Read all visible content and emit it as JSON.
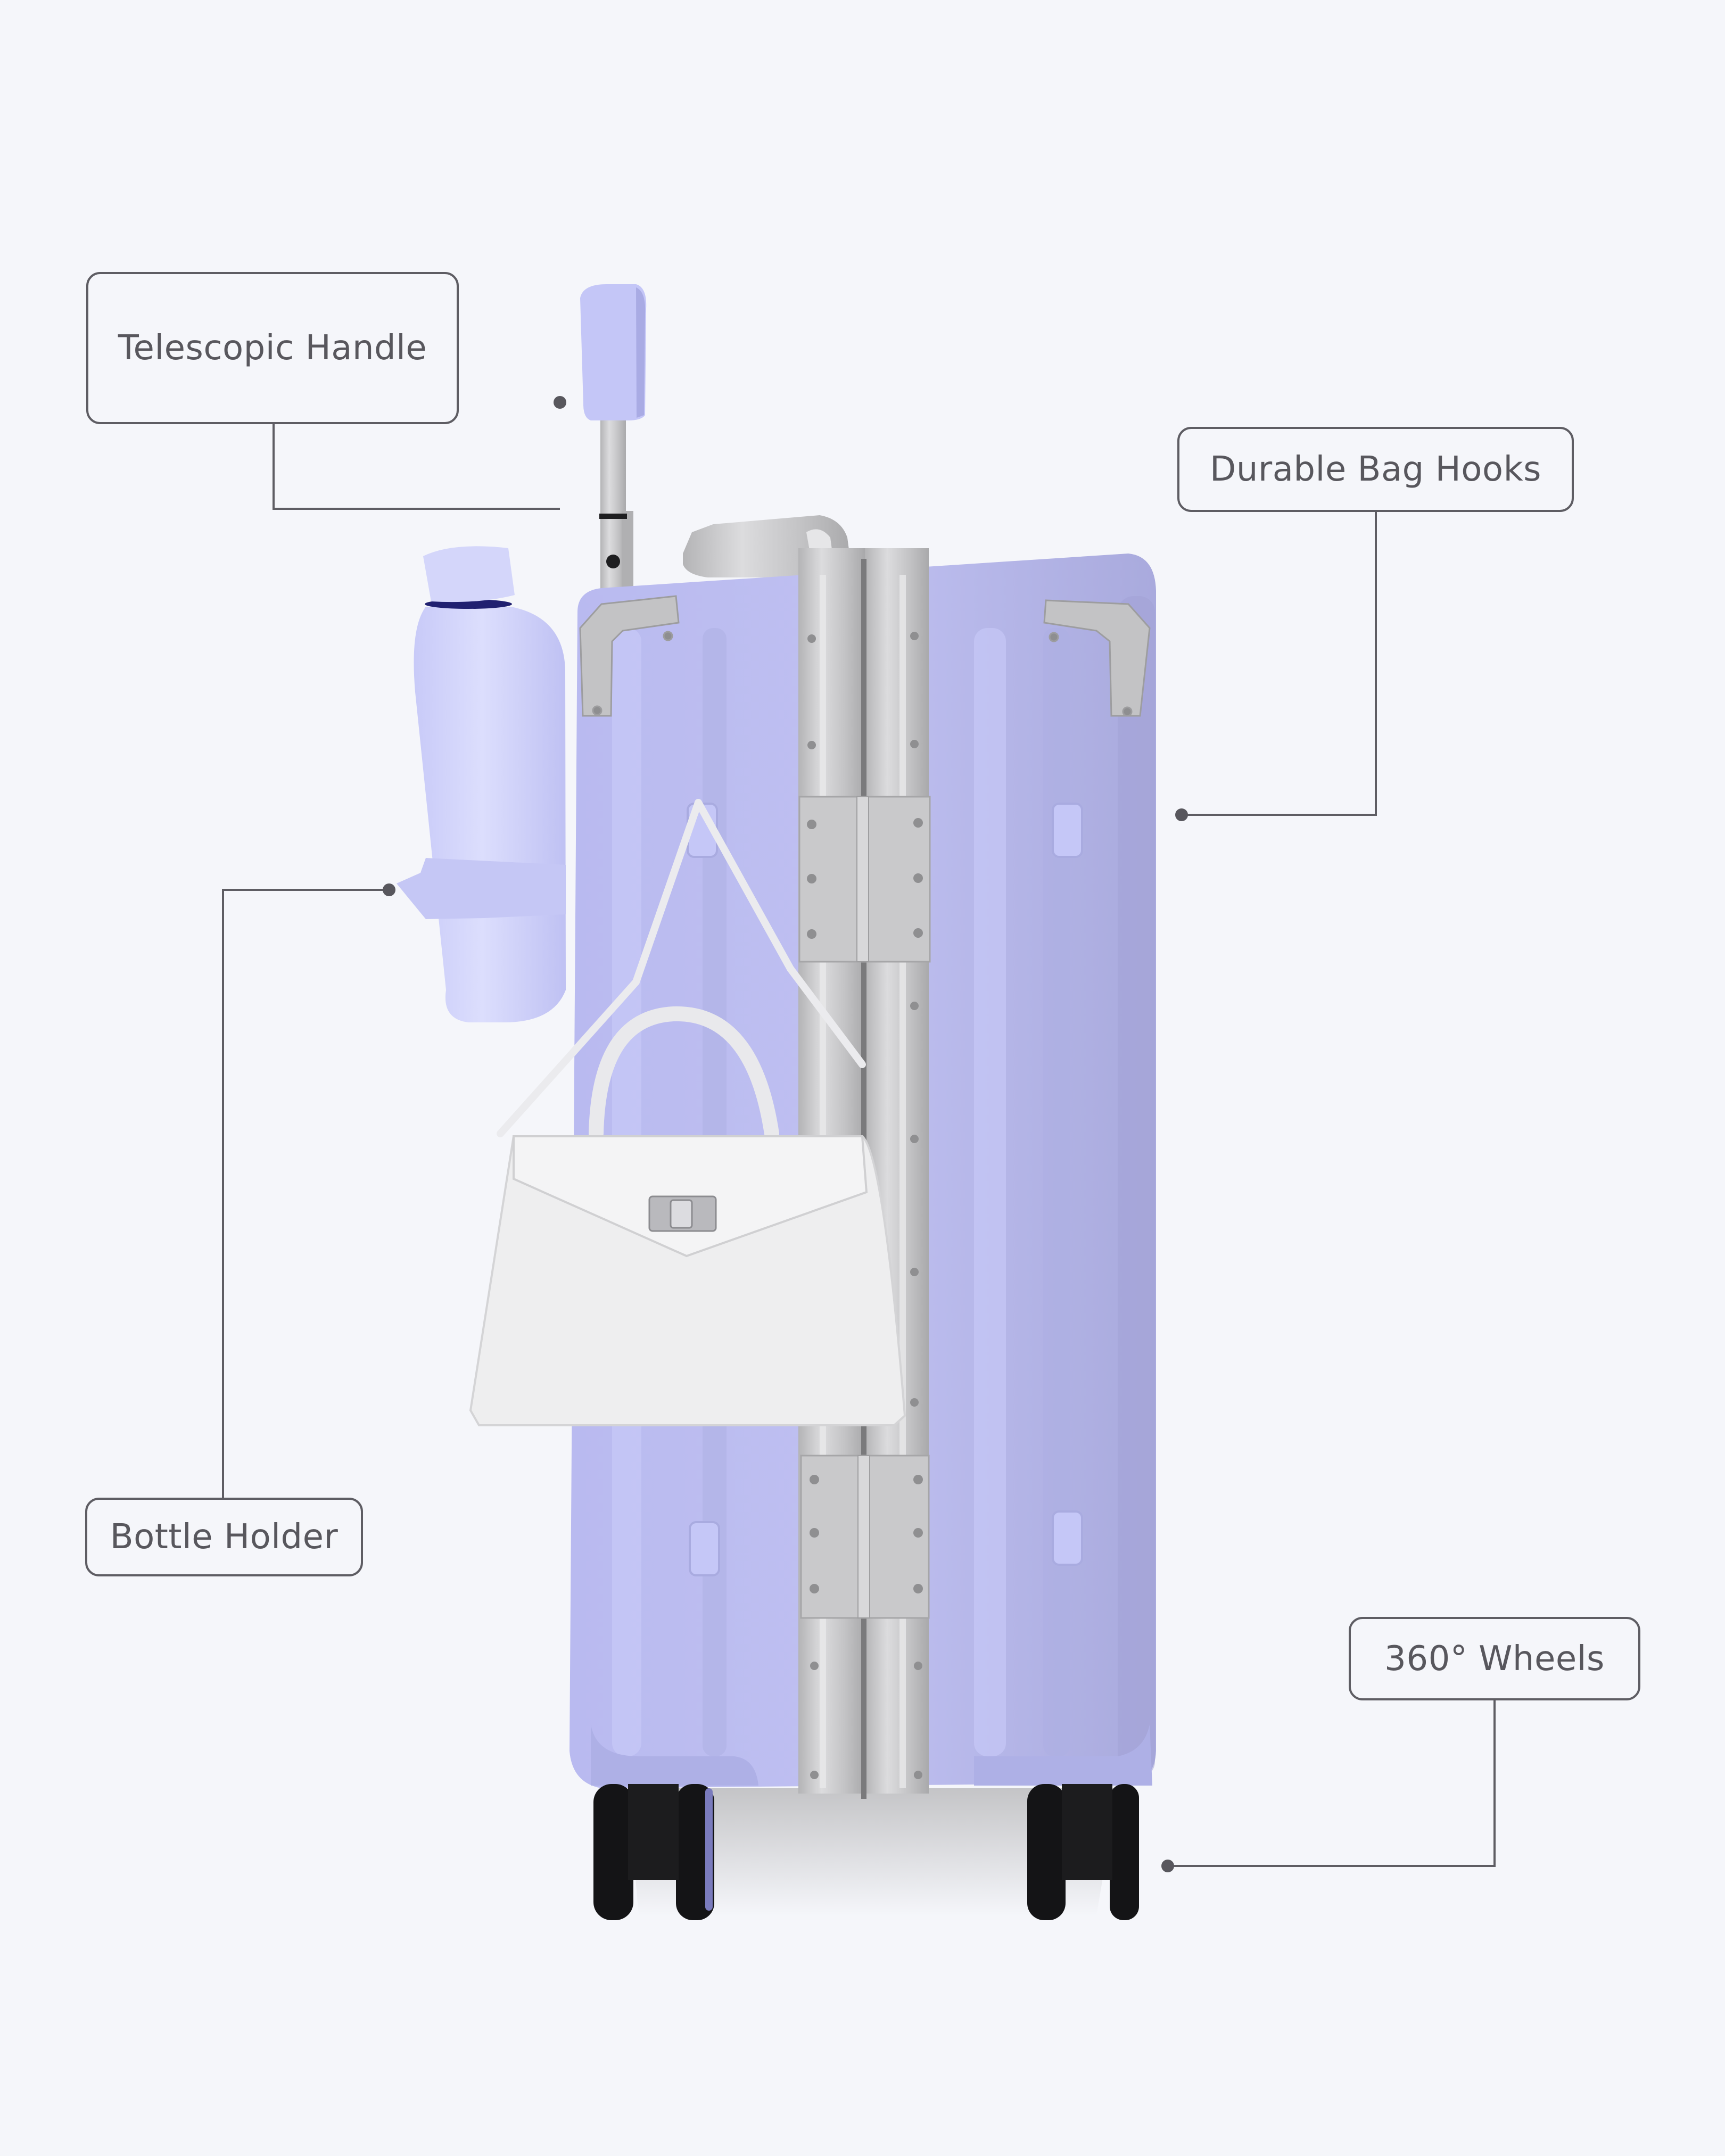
{
  "product": {
    "type": "hard-shell carry-on suitcase (side view)",
    "body_color": "#bcbdee",
    "body_highlight": "#c6c8f6",
    "body_shadow": "#a3a3d6",
    "frame_color": "#c9c9cb",
    "wheel_color": "#141416",
    "accessories": [
      "water bottle in side holder",
      "white croc-embossed handbag on hook"
    ]
  },
  "callouts": [
    {
      "id": "telescopic-handle",
      "label": "Telescopic Handle"
    },
    {
      "id": "durable-bag-hooks",
      "label": "Durable Bag Hooks"
    },
    {
      "id": "bottle-holder",
      "label": "Bottle Holder"
    },
    {
      "id": "wheels",
      "label": "360° Wheels"
    }
  ],
  "colors": {
    "background": "#f5f6fa",
    "callout_text": "#58575d",
    "callout_border": "#5e5d63"
  }
}
